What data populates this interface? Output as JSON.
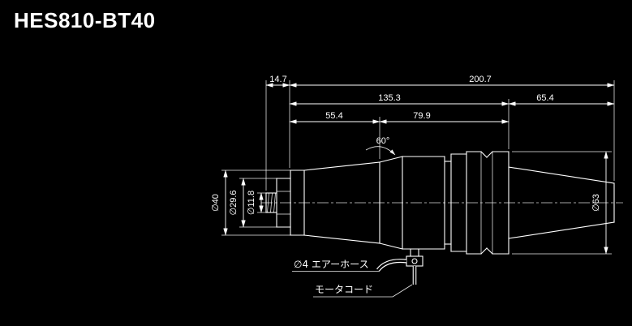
{
  "title": "HES810-BT40",
  "colors": {
    "background": "#000000",
    "ink": "#ffffff"
  },
  "dims": {
    "len_nose": "14.7",
    "len_total": "200.7",
    "len_body": "135.3",
    "len_taper": "65.4",
    "len_front": "55.4",
    "len_mid": "79.9",
    "angle": "60°",
    "dia_nose": "∅40",
    "dia_nut": "∅29.6",
    "dia_collet": "∅11.8",
    "dia_flange": "∅63"
  },
  "labels": {
    "air_hose": "∅4 エアーホース",
    "motor_cord": "モータコード"
  }
}
